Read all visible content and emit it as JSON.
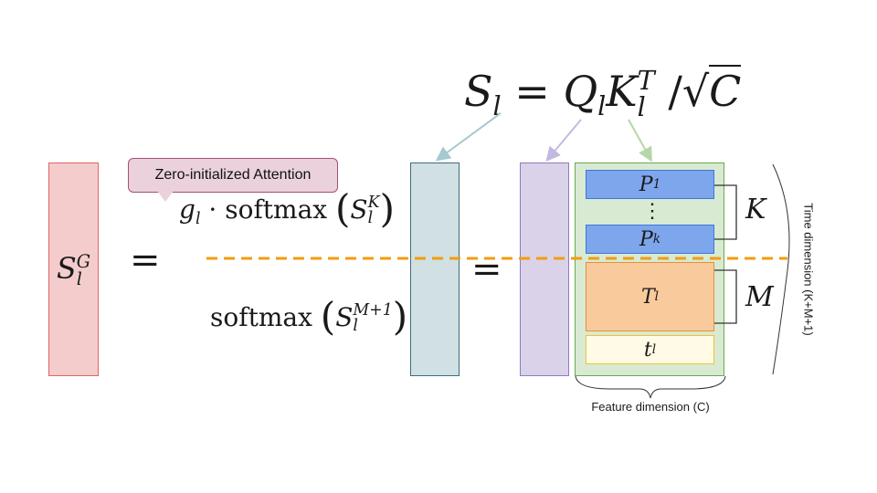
{
  "title_formula": {
    "lhs": "S",
    "lhs_sub": "l",
    "eq": "=",
    "q": "Q",
    "q_sub": "l",
    "k": "K",
    "k_sub": "l",
    "k_sup": "T",
    "slash": "/",
    "sqrt_arg": "C"
  },
  "gated": {
    "symbol": "S",
    "sub": "l",
    "sup": "G",
    "eq1": "=",
    "eq2": "="
  },
  "callout": "Zero-initialized Attention",
  "term_top": {
    "gate": "g",
    "gate_sub": "l",
    "dot": "·",
    "fn": "softmax",
    "arg": "S",
    "arg_sub": "l",
    "arg_sup": "K"
  },
  "term_bottom": {
    "fn": "softmax",
    "arg": "S",
    "arg_sub": "l",
    "arg_sup": "M+1"
  },
  "tokens": {
    "p1": "P",
    "p1_sub": "1",
    "dots": "⋮",
    "pk": "P",
    "pk_sub": "k",
    "tl": "T",
    "tl_sub": "l",
    "tsmall": "t",
    "tsmall_sub": "l"
  },
  "brace_labels": {
    "k": "K",
    "m": "M"
  },
  "axis_labels": {
    "feature": "Feature dimension (C)",
    "time": "Time dimension (K+M+1)"
  },
  "colors": {
    "gated_fill": "#f4cccc",
    "attn_fill": "#d0e0e3",
    "query_fill": "#d9d2e9",
    "key_fill": "#d9ead3",
    "prompt_fill": "#7ea6ec",
    "text_token_fill": "#f9cb9c",
    "new_token_fill": "#fffbe6",
    "split_line": "#f39c12"
  }
}
